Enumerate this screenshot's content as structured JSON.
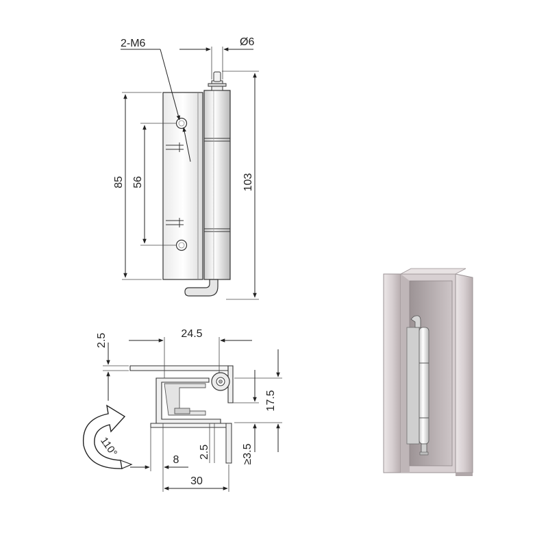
{
  "colors": {
    "line": "#222222",
    "metal_light": "#f2f2f2",
    "metal_mid": "#d9d9d9",
    "metal_dark": "#9a9a9a",
    "photo_frame": "#c8c0c2",
    "photo_frame_dark": "#a79ea0"
  },
  "front_view": {
    "hole_callout": "2-M6",
    "pin_diameter": "Ø6",
    "height_outer": "103",
    "height_leaf": "85",
    "hole_spacing": "56"
  },
  "section_view": {
    "width_top": "24.5",
    "thickness_top": "2.5",
    "depth": "17.5",
    "gap_min": "≥3.5",
    "thickness_bottom": "2.5",
    "offset_left": "8",
    "width_bottom": "30",
    "rotation_angle": "110°"
  },
  "install_view": {
    "icons": [
      "rotation-arrow-icon"
    ]
  }
}
